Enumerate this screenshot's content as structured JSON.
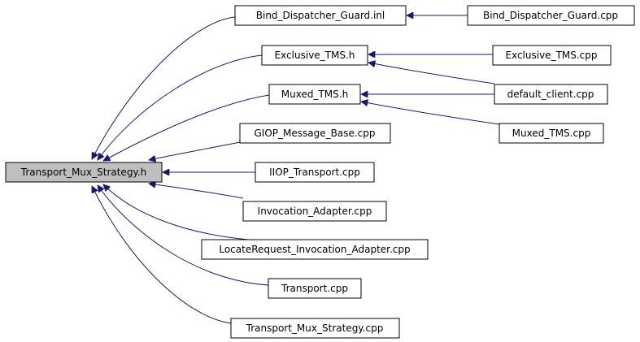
{
  "colors": {
    "edge": "#191970",
    "root_fill": "#bfbfbf",
    "node_fill": "#ffffff",
    "border": "#000000"
  },
  "nodes": {
    "root": "Transport_Mux_Strategy.h",
    "bind_inl": "Bind_Dispatcher_Guard.inl",
    "bind_cpp": "Bind_Dispatcher_Guard.cpp",
    "excl_h": "Exclusive_TMS.h",
    "excl_cpp": "Exclusive_TMS.cpp",
    "muxed_h": "Muxed_TMS.h",
    "default_cpp": "default_client.cpp",
    "muxed_cpp": "Muxed_TMS.cpp",
    "giop": "GIOP_Message_Base.cpp",
    "iiop": "IIOP_Transport.cpp",
    "invoc": "Invocation_Adapter.cpp",
    "locate": "LocateRequest_Invocation_Adapter.cpp",
    "transport": "Transport.cpp",
    "tms_cpp": "Transport_Mux_Strategy.cpp"
  },
  "edges": [
    {
      "from": "bind_inl",
      "to": "root"
    },
    {
      "from": "excl_h",
      "to": "root"
    },
    {
      "from": "muxed_h",
      "to": "root"
    },
    {
      "from": "giop",
      "to": "root"
    },
    {
      "from": "iiop",
      "to": "root"
    },
    {
      "from": "invoc",
      "to": "root"
    },
    {
      "from": "locate",
      "to": "root"
    },
    {
      "from": "transport",
      "to": "root"
    },
    {
      "from": "tms_cpp",
      "to": "root"
    },
    {
      "from": "bind_cpp",
      "to": "bind_inl"
    },
    {
      "from": "excl_cpp",
      "to": "excl_h"
    },
    {
      "from": "default_cpp",
      "to": "excl_h"
    },
    {
      "from": "default_cpp",
      "to": "muxed_h"
    },
    {
      "from": "muxed_cpp",
      "to": "muxed_h"
    }
  ]
}
